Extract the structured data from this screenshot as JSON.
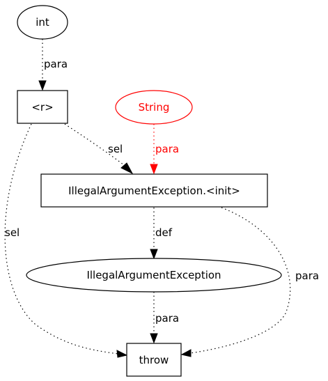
{
  "nodes": {
    "int": {
      "label": "int",
      "shape": "ellipse",
      "color": "#000000"
    },
    "r": {
      "label": "<r>",
      "shape": "box",
      "color": "#000000"
    },
    "string": {
      "label": "String",
      "shape": "ellipse",
      "color": "#ff0000"
    },
    "init": {
      "label": "IllegalArgumentException.<init>",
      "shape": "box",
      "color": "#000000"
    },
    "iae": {
      "label": "IllegalArgumentException",
      "shape": "ellipse",
      "color": "#000000"
    },
    "throw": {
      "label": "throw",
      "shape": "box",
      "color": "#000000"
    }
  },
  "edges": {
    "int_r": {
      "from": "int",
      "to": "r",
      "label": "para",
      "color": "#000000",
      "style": "dotted"
    },
    "r_init": {
      "from": "r",
      "to": "init",
      "label": "sel",
      "color": "#000000",
      "style": "dotted"
    },
    "string_init": {
      "from": "String",
      "to": "init",
      "label": "para",
      "color": "#ff0000",
      "style": "dotted"
    },
    "r_throw": {
      "from": "r",
      "to": "throw",
      "label": "sel",
      "color": "#000000",
      "style": "dotted"
    },
    "init_iae": {
      "from": "init",
      "to": "iae",
      "label": "def",
      "color": "#000000",
      "style": "dotted"
    },
    "init_throw": {
      "from": "init",
      "to": "throw",
      "label": "para",
      "color": "#000000",
      "style": "dotted"
    },
    "iae_throw": {
      "from": "iae",
      "to": "throw",
      "label": "para",
      "color": "#000000",
      "style": "dotted"
    }
  }
}
